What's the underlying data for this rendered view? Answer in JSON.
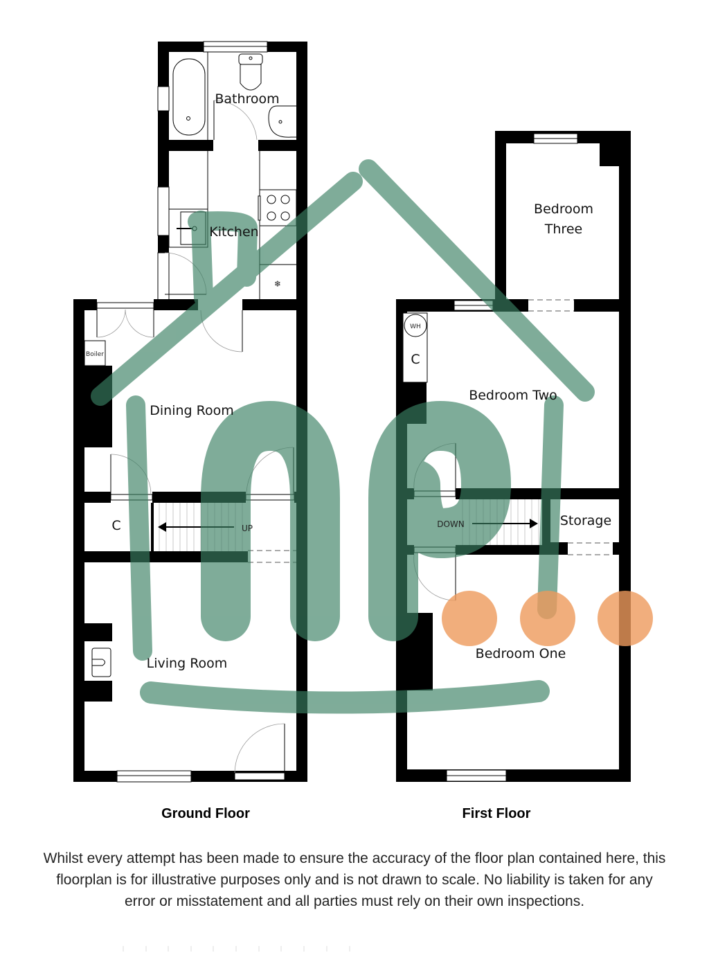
{
  "ground_floor": {
    "title": "Ground Floor",
    "rooms": {
      "bathroom": "Bathroom",
      "kitchen": "Kitchen",
      "dining_room": "Dining Room",
      "living_room": "Living Room",
      "cupboard": "C",
      "boiler": "Boiler",
      "stairs": "UP"
    }
  },
  "first_floor": {
    "title": "First Floor",
    "rooms": {
      "bedroom_three_line1": "Bedroom",
      "bedroom_three_line2": "Three",
      "bedroom_two": "Bedroom Two",
      "bedroom_one": "Bedroom One",
      "storage": "Storage",
      "cupboard": "C",
      "water_heater": "WH",
      "stairs": "DOWN"
    }
  },
  "disclaimer": "Whilst every attempt has been made to ensure the accuracy of the floor plan contained here, this floorplan is for illustrative purposes only and is not drawn to scale. No liability is taken for any error or misstatement and all parties must rely on their own inspections.",
  "watermark": {
    "logo_letters": "np",
    "logo_color": "#7fa995",
    "dot_color": "#f0ae80",
    "dot_count": 3
  }
}
